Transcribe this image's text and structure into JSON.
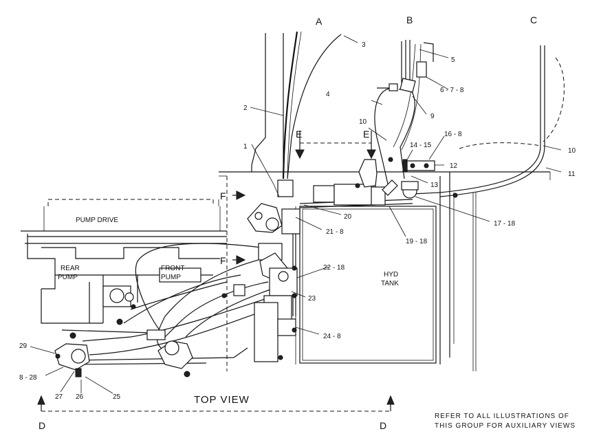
{
  "view_labels": {
    "section_a": "A",
    "section_b": "B",
    "section_c": "C",
    "section_d_left": "D",
    "section_d_right": "D",
    "section_e_left": "E",
    "section_e_right": "E",
    "section_f_top": "F",
    "section_f_bottom": "F"
  },
  "title": "TOP VIEW",
  "note_line1": "REFER TO ALL ILLUSTRATIONS OF",
  "note_line2": "THIS GROUP FOR AUXILIARY VIEWS",
  "components": {
    "pump_drive": "PUMP DRIVE",
    "rear_pump_1": "REAR",
    "rear_pump_2": "PUMP",
    "front_pump_1": "FRONT",
    "front_pump_2": "PUMP",
    "hyd_tank_1": "HYD",
    "hyd_tank_2": "TANK"
  },
  "callouts": {
    "c1": "1",
    "c2": "2",
    "c3": "3",
    "c4": "4",
    "c5": "5",
    "c6": "6 - 7 - 8",
    "c9": "9",
    "c10a": "10",
    "c10b": "10",
    "c11": "11",
    "c12": "12",
    "c13": "13",
    "c14": "14 - 15",
    "c16": "16 - 8",
    "c17": "17 - 18",
    "c19": "19 - 18",
    "c20": "20",
    "c21": "21 - 8",
    "c22": "22 - 18",
    "c23": "23",
    "c24": "24 - 8",
    "c25": "25",
    "c26": "26",
    "c27": "27",
    "c28": "8 - 28",
    "c29": "29"
  }
}
